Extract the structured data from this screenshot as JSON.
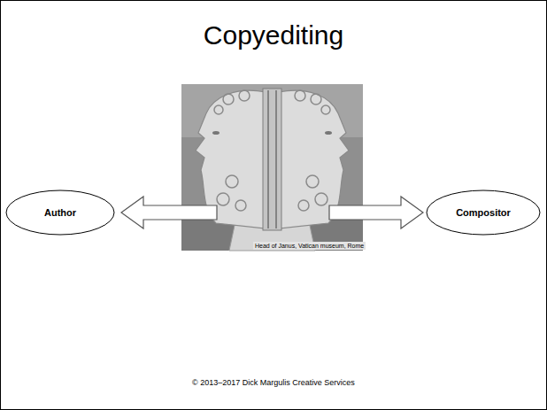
{
  "diagram": {
    "title": "Copyediting",
    "caption": "Head of Janus, Vatican museum, Rome",
    "nodes": [
      {
        "text": [
          "Author"
        ]
      },
      {
        "text": [
          "Compositor"
        ]
      }
    ],
    "labels": [
      "© 2013–2017 Dick Margulis Creative Services"
    ]
  }
}
